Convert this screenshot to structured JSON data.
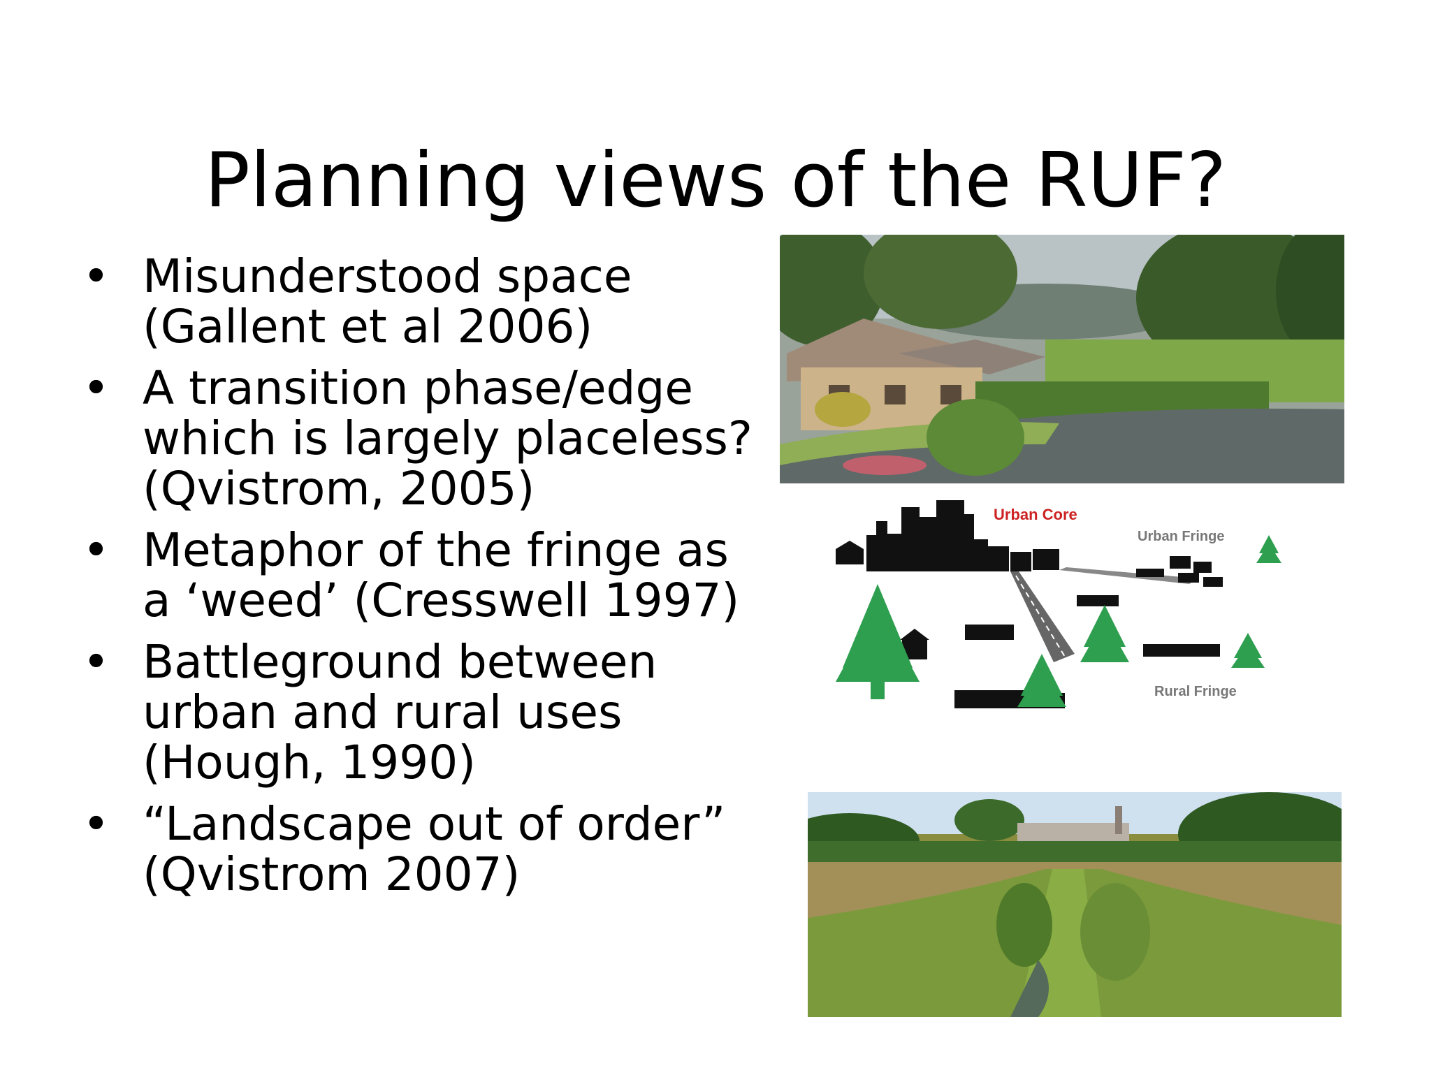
{
  "slide": {
    "title": "Planning views of the RUF?",
    "bullets": [
      {
        "lines": [
          "Misunderstood space",
          "(Gallent et al 2006)"
        ]
      },
      {
        "lines": [
          "A transition phase/edge",
          "which is largely placeless?",
          "(Qvistrom, 2005)"
        ]
      },
      {
        "lines": [
          "Metaphor of the fringe as",
          "a ‘weed’ (Cresswell 1997)"
        ]
      },
      {
        "lines": [
          "Battleground between",
          "urban and rural uses",
          "(Hough, 1990)"
        ]
      },
      {
        "lines": [
          "“Landscape out of order”",
          "(Qvistrom 2007)"
        ]
      }
    ],
    "bullet_char": "•"
  },
  "diagram": {
    "labels": {
      "urban_core": "Urban Core",
      "urban_fringe": "Urban Fringe",
      "rural_fringe": "Rural Fringe"
    },
    "colors": {
      "urban_core_label": "#cc2222",
      "fringe_label": "#777777",
      "tree": "#2e9e4f",
      "building": "#111111"
    }
  }
}
